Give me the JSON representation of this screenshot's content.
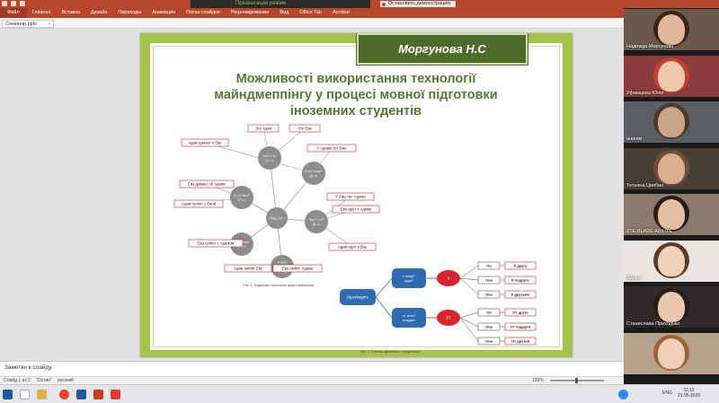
{
  "window": {
    "presenter_view_status": "Презентация режим",
    "stop_button": "Остановить демонстрацию"
  },
  "ribbon_tabs": [
    "Файл",
    "Главная",
    "Вставка",
    "Дизайн",
    "Переходы",
    "Анимация",
    "Показ слайдов",
    "Рецензирование",
    "Вид",
    "Office Tab",
    "Acrobat"
  ],
  "document_tab": "Семинар.pptx",
  "slide": {
    "author": "Моргунова Н.С",
    "title_lines": [
      "Можливості використання технології",
      "майндмеппінгу у процесі  мовної підготовки",
      "іноземних студентів"
    ],
    "figure1": {
      "center": "Падежи",
      "nodes": [
        "Кто? Что?\n(И. п.)",
        "Кого? Чего?\n(Р. п.)",
        "Кому? Чему?\n(Д. п.)",
        "Кого? Что?\n(В. п.)",
        "Кем? Чем?\n(Т. п.)",
        "О ком?\nО чём?\n(П. п.)"
      ],
      "examples": [
        "Это Адам",
        "Это Ева",
        "Адам думает о Еве",
        "У Адама нет Евы",
        "Ева думает об Адаме",
        "У Евы нет Адама",
        "Адам гуляет с Евой",
        "Ева идёт к Адаму",
        "Ева гуляет с Адамом",
        "Адам идёт к Еве",
        "Адам любит Еву",
        "Ева любит Адама"
      ],
      "caption": "Рис. 1. Падежные окончания существительных"
    },
    "figure2": {
      "root": "Идти/ходить",
      "q1": "к кому?\nкуда?",
      "q2": "от кого?\nоткуда?",
      "prep1": "К",
      "prep2": "ОТ",
      "pron": [
        "Он",
        "Она",
        "Они",
        "Он",
        "Она",
        "Они"
      ],
      "phrases": [
        "К другу",
        "К подруге",
        "К друзьям",
        "От друга",
        "От подруги",
        "От друзей"
      ],
      "caption": "Рис. 2. Глаголы движения с предлогами"
    }
  },
  "notes_placeholder": "Заметки к слайду",
  "status": {
    "slide": "Слайд 1 из 2",
    "theme": "\"Остин\"",
    "language": "русский",
    "zoom": "120%"
  },
  "participants": [
    {
      "name": "Надежда Моргунова",
      "bg": "#6b5a4a",
      "hair": "#3a2418",
      "skin": "#e0b79a"
    },
    {
      "name": "Уфимцева Юлія",
      "bg": "#8a3b3b",
      "hair": "#c4402f",
      "skin": "#eccab0"
    },
    {
      "name": "анонім",
      "bg": "#5c5f62",
      "hair": "#4a3a2c",
      "skin": "#c9a48a"
    },
    {
      "name": "Тетьяна Цвибан",
      "bg": "#4a3f36",
      "hair": "#6e4e34",
      "skin": "#d8b090"
    },
    {
      "name": "ZTE BLADE A0 LITE",
      "bg": "#8c7a6a",
      "hair": "#2a1b14",
      "skin": "#e3bfa2"
    },
    {
      "name": "Дарья",
      "bg": "#e8e4e0",
      "hair": "#5b3b2a",
      "skin": "#f0d0b8"
    },
    {
      "name": "Станислава Приходько",
      "bg": "#2e2a2a",
      "hair": "#2b1c18",
      "skin": "#e9c7b0"
    },
    {
      "name": "",
      "bg": "#b7a18a",
      "hair": "#a0603a",
      "skin": "#edd0b6"
    }
  ],
  "tray": {
    "lang": "ENG",
    "time": "11:11",
    "date": "21.05.2020"
  },
  "colors": {
    "accent": "#b7472a",
    "slide_green": "#a5c34b",
    "title_green": "#4e7b2e",
    "author_bg": "#4e6b2a",
    "bubble_blue": "#2e6db4",
    "prep_red": "#d6262b"
  }
}
